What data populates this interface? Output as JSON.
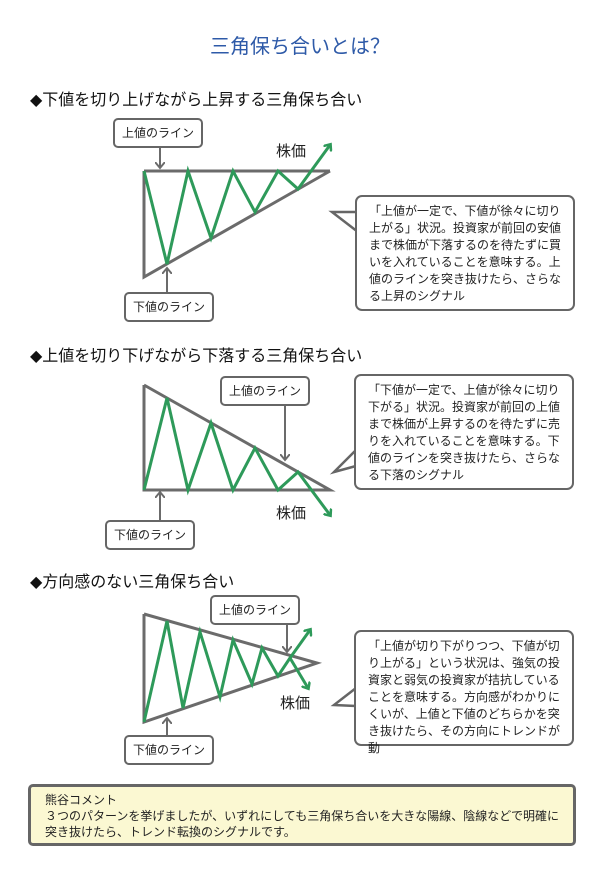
{
  "title": "三角保ち合いとは？",
  "sections": [
    {
      "heading": "◆下値を切り上げながら上昇する三角保ち合い",
      "upper_label": "上値のライン",
      "lower_label": "下値のライン",
      "price_label": "株価",
      "description": "「上値が一定で、下値が徐々に切り上がる」状況。投資家が前回の安値まで株価が下落するのを待たずに買いを入れていることを意味する。上値のラインを突き抜けたら、さらなる上昇のシグナル"
    },
    {
      "heading": "◆上値を切り下げながら下落する三角保ち合い",
      "upper_label": "上値のライン",
      "lower_label": "下値のライン",
      "price_label": "株価",
      "description": "「下値が一定で、上値が徐々に切り下がる」状況。投資家が前回の上値まで株価が上昇するのを待たずに売りを入れていることを意味する。下値のラインを突き抜けたら、さらなる下落のシグナル"
    },
    {
      "heading": "◆方向感のない三角保ち合い",
      "upper_label": "上値のライン",
      "lower_label": "下値のライン",
      "price_label": "株価",
      "description": "「上値が切り下がりつつ、下値が切り上がる」という状況は、強気の投資家と弱気の投資家が拮抗していることを意味する。方向感がわかりにくいが、上値と下値のどちらかを突き抜けたら、その方向にトレンドが動"
    }
  ],
  "comment": {
    "title": "熊谷コメント",
    "body": "３つのパターンを挙げましたが、いずれにしても三角保ち合いを大きな陽線、陰線などで明確に突き抜けたら、トレンド転換のシグナルです。"
  },
  "colors": {
    "title": "#2e5aa8",
    "price_line": "#2e9a5a",
    "lines": "#6b6b6b",
    "comment_bg": "#fbf8d2"
  }
}
